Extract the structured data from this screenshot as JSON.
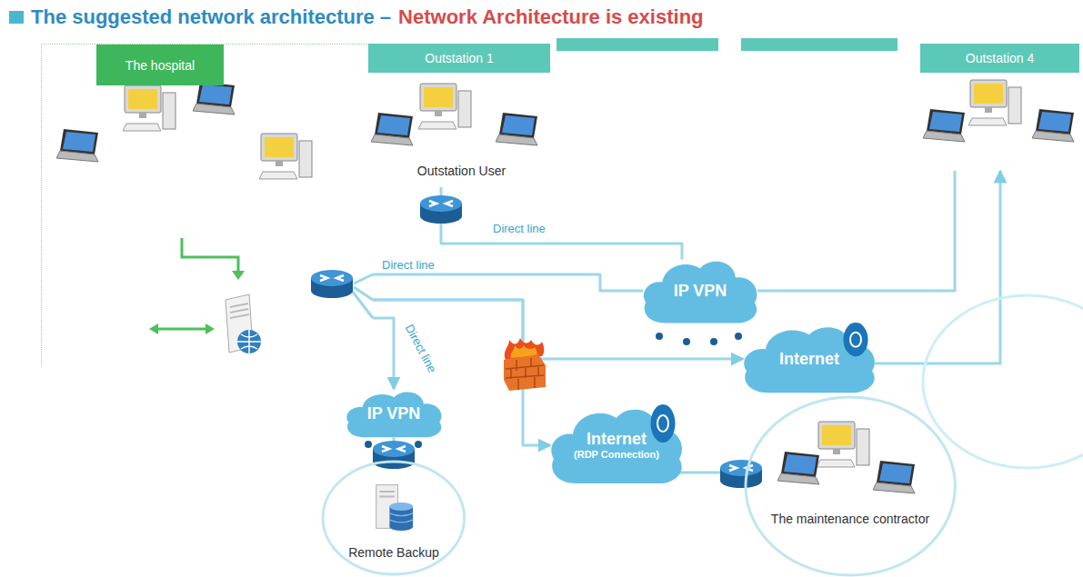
{
  "diagram": {
    "title": "The suggested network architecture –",
    "nodes": [
      {
        "text": [
          "The hospital"
        ]
      },
      {
        "text": [
          "Outstation 1",
          "Outstation User"
        ]
      },
      {
        "text": [
          "Outstation 4"
        ]
      },
      {
        "text": [
          "IP VPN"
        ]
      },
      {
        "text": [
          "Internet"
        ]
      },
      {
        "text": [
          "IP VPN"
        ]
      },
      {
        "text": [
          "Internet",
          "(RDP Connection)"
        ]
      },
      {
        "text": [
          "Remote Backup"
        ]
      },
      {
        "text": [
          "The maintenance contractor"
        ]
      }
    ],
    "edges": [
      {
        "from": 1,
        "to": 3,
        "arrow": "none",
        "label": "Direct line"
      },
      {
        "from": 0,
        "to": 3,
        "arrow": "none",
        "label": "Direct line"
      },
      {
        "from": 0,
        "to": 5,
        "arrow": "to",
        "label": "Direct line"
      },
      {
        "from": 5,
        "to": 7,
        "arrow": "to"
      },
      {
        "from": 0,
        "to": 6,
        "arrow": "to"
      },
      {
        "from": 6,
        "to": 8,
        "arrow": "none"
      },
      {
        "from": 0,
        "to": 4,
        "arrow": "to"
      },
      {
        "from": 4,
        "to": 2,
        "arrow": "to"
      },
      {
        "from": 3,
        "to": 2,
        "arrow": "none"
      }
    ],
    "labels": [
      "Network Architecture is existing"
    ]
  }
}
